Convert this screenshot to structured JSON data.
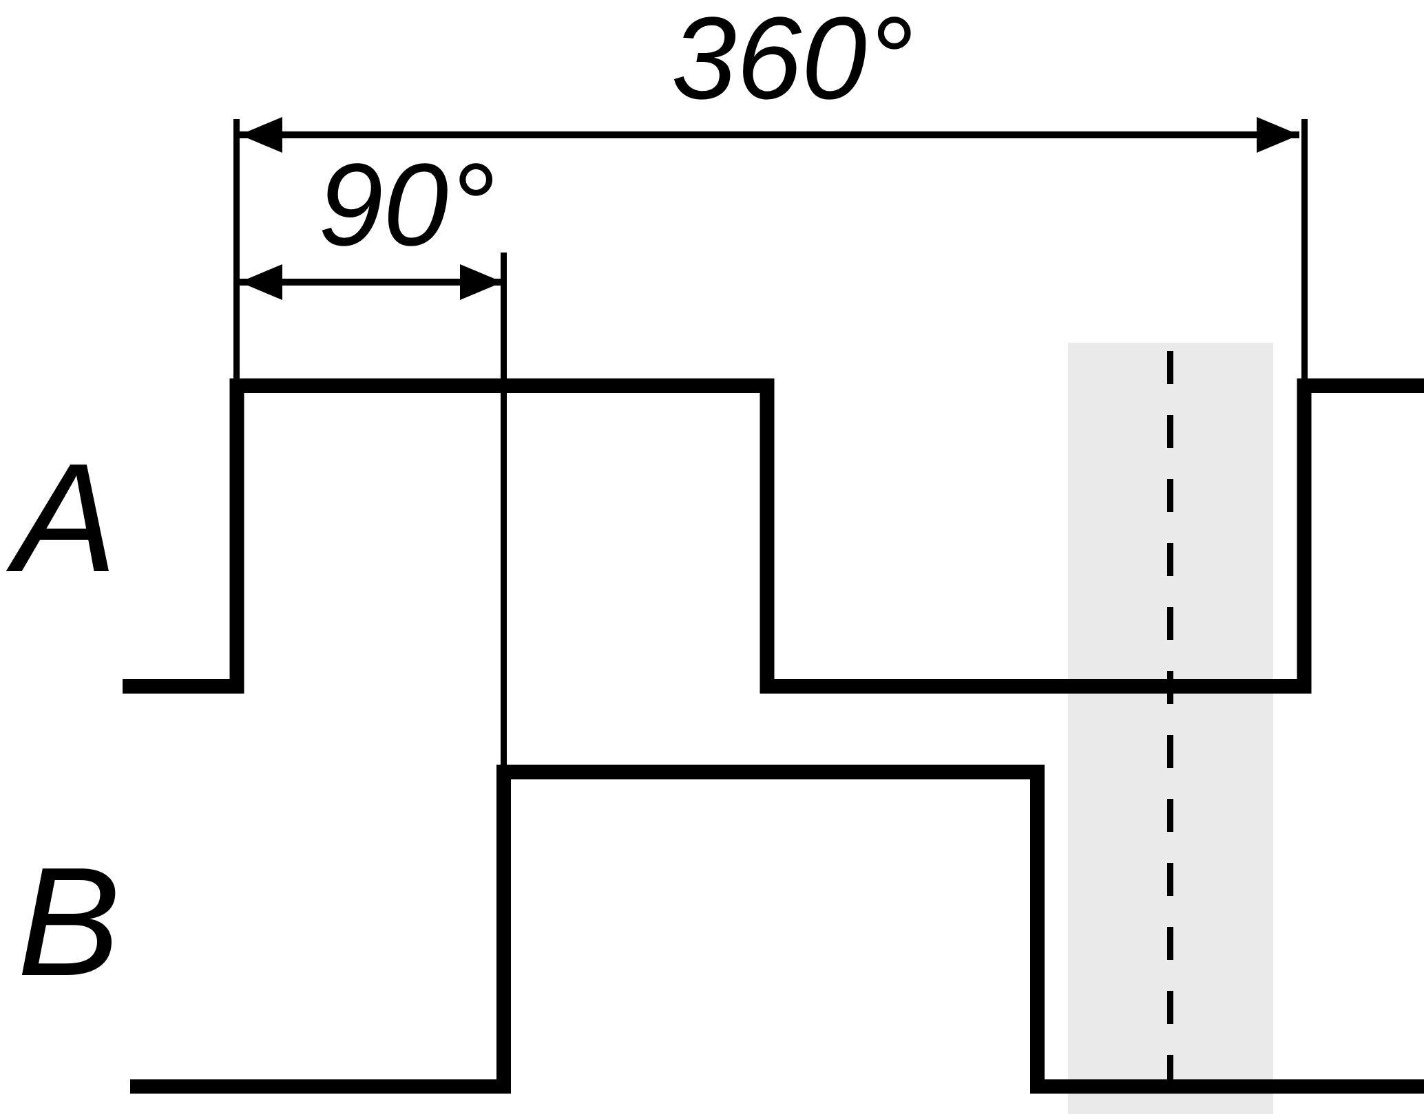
{
  "figure": {
    "background_color": "#ffffff",
    "stroke_color": "#000000",
    "band_color": "#eaeaea",
    "period_label": "360°",
    "phase_label": "90°",
    "signal_a_label": "A",
    "signal_b_label": "B"
  },
  "chart_data": {
    "type": "line",
    "subtype": "timing-diagram",
    "x_unit": "degrees",
    "x_range": [
      0,
      400
    ],
    "dimension_annotations": [
      {
        "label": "360°",
        "from_deg": 0,
        "to_deg": 360
      },
      {
        "label": "90°",
        "from_deg": 0,
        "to_deg": 90
      }
    ],
    "signals": [
      {
        "name": "A",
        "initial_level": "low",
        "transitions": [
          {
            "at_deg": 0,
            "level": "high"
          },
          {
            "at_deg": 180,
            "level": "low"
          },
          {
            "at_deg": 360,
            "level": "high"
          }
        ]
      },
      {
        "name": "B",
        "initial_level": "low",
        "transitions": [
          {
            "at_deg": 90,
            "level": "high"
          },
          {
            "at_deg": 270,
            "level": "low"
          }
        ]
      }
    ],
    "highlight_band": {
      "band_start_deg": 280,
      "band_end_deg": 350,
      "dashed_line_deg": 315,
      "band_color": "#eaeaea",
      "dashed_line_style": "black vertical dashed"
    },
    "grid": false,
    "legend": false
  }
}
